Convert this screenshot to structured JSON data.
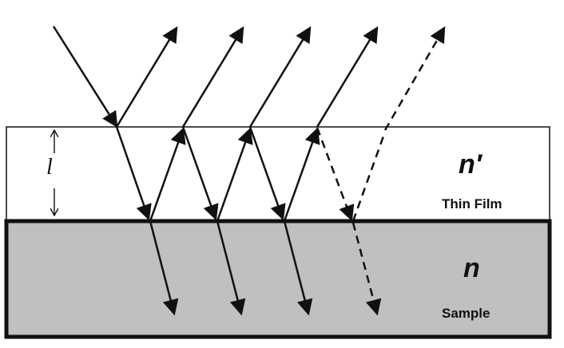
{
  "labels": {
    "thickness": "l",
    "film_index": "n′",
    "film_name": "Thin Film",
    "sample_index": "n",
    "sample_name": "Sample"
  },
  "colors": {
    "film_fill": "#ffffff",
    "sample_fill": "#c0c0c0",
    "stroke": "#111111"
  }
}
